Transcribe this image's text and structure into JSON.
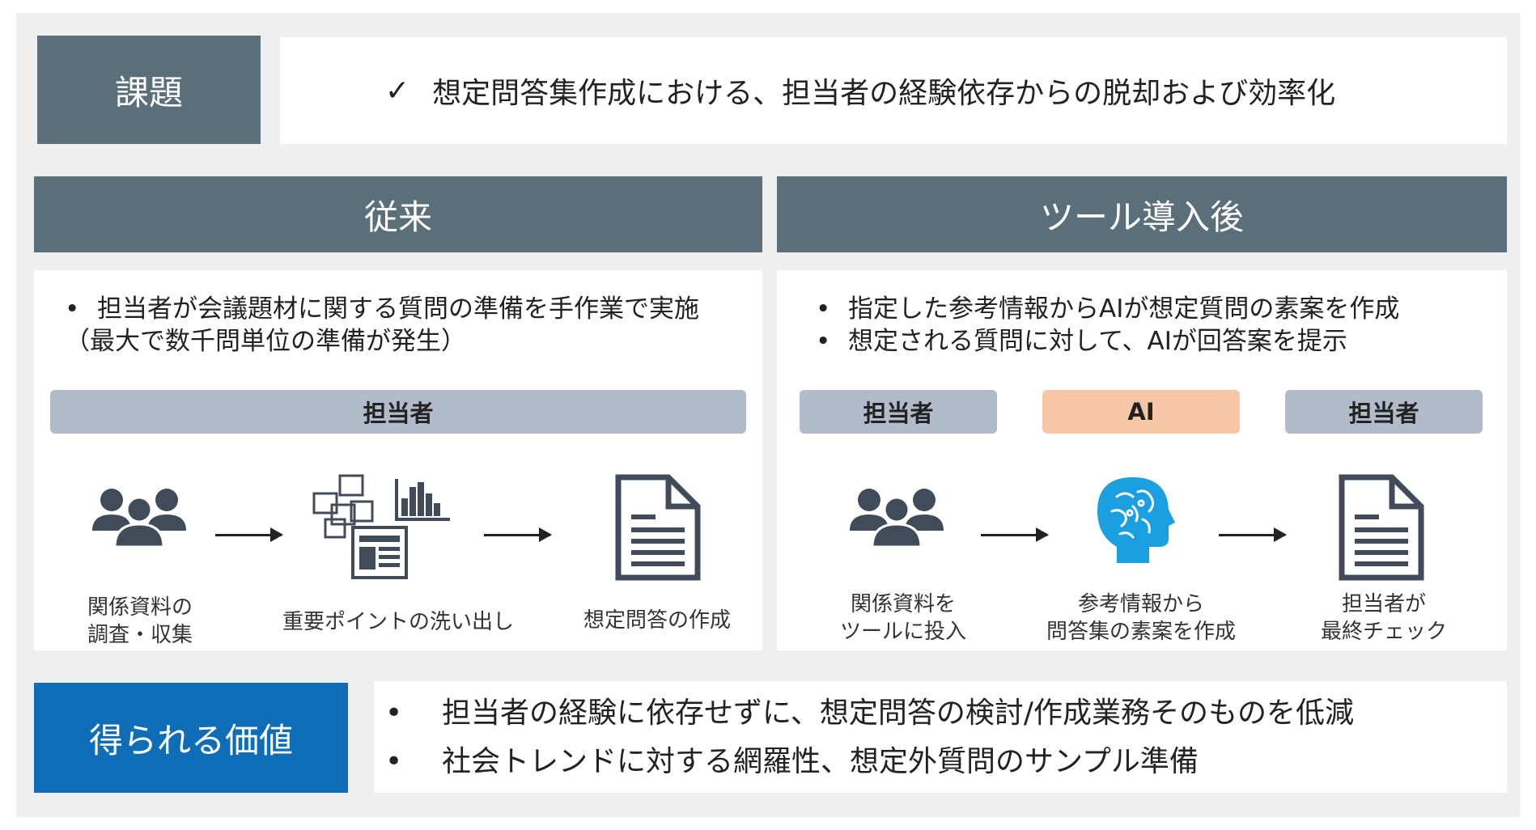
{
  "issue": {
    "label": "課題",
    "check": "✓",
    "text": "想定問答集作成における、担当者の経験依存からの脱却および効率化"
  },
  "before": {
    "heading": "従来",
    "bullet_mark": "•",
    "bullet1": "担当者が会議題材に関する質問の準備を手作業で実施",
    "bullet1_cont": "（最大で数千問単位の準備が発生）",
    "actor": "担当者",
    "step1_line1": "関係資料の",
    "step1_line2": "調査・収集",
    "step2": "重要ポイントの洗い出し",
    "step3": "想定問答の作成"
  },
  "after": {
    "heading": "ツール導入後",
    "bullet_mark": "•",
    "bullet1": "指定した参考情報からAIが想定質問の素案を作成",
    "bullet2": "想定される質問に対して、AIが回答案を提示",
    "actor1": "担当者",
    "actor2": "AI",
    "actor3": "担当者",
    "step1_line1": "関係資料を",
    "step1_line2": "ツールに投入",
    "step2_line1": "参考情報から",
    "step2_line2": "問答集の素案を作成",
    "step3_line1": "担当者が",
    "step3_line2": "最終チェック"
  },
  "value": {
    "label": "得られる価値",
    "bullet_mark": "•",
    "bullet1": "担当者の経験に依存せずに、想定問答の検討/作成業務そのものを低減",
    "bullet2": "社会トレンドに対する網羅性、想定外質問のサンプル準備"
  },
  "colors": {
    "slate": "#5b6f7b",
    "bar_gray": "#b1bbc9",
    "bar_ai": "#f6c6a6",
    "value_blue": "#0f6db8",
    "brain_blue": "#1aa0e0",
    "icon_dark": "#414b5a"
  }
}
